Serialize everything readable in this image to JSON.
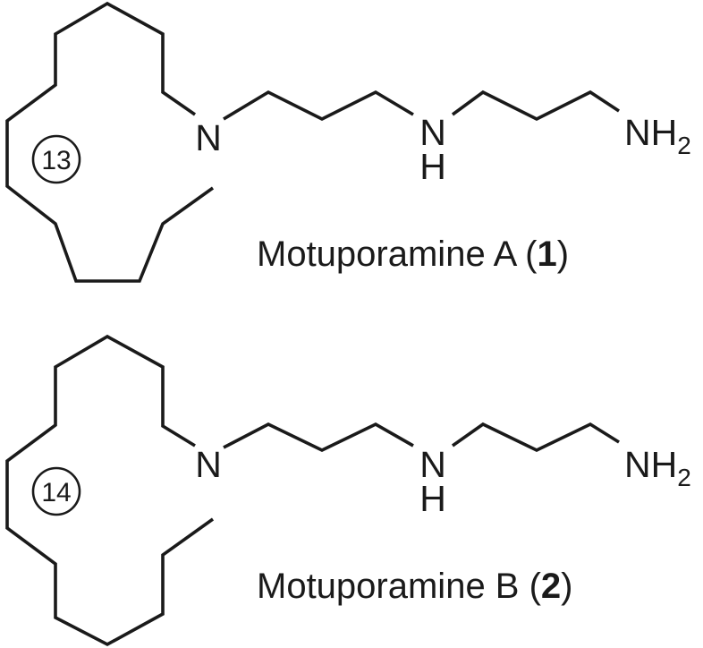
{
  "compounds": [
    {
      "ring_size": "13",
      "ring_nitrogen": "N",
      "chain_nitrogen": "N",
      "chain_hydrogen": "H",
      "terminal_group": "NH",
      "terminal_subscript": "2",
      "name": "Motuporamine A",
      "number": "1"
    },
    {
      "ring_size": "14",
      "ring_nitrogen": "N",
      "chain_nitrogen": "N",
      "chain_hydrogen": "H",
      "terminal_group": "NH",
      "terminal_subscript": "2",
      "name": "Motuporamine B",
      "number": "2"
    }
  ],
  "colors": {
    "ink": "#1a1a1a",
    "background": "#ffffff"
  }
}
